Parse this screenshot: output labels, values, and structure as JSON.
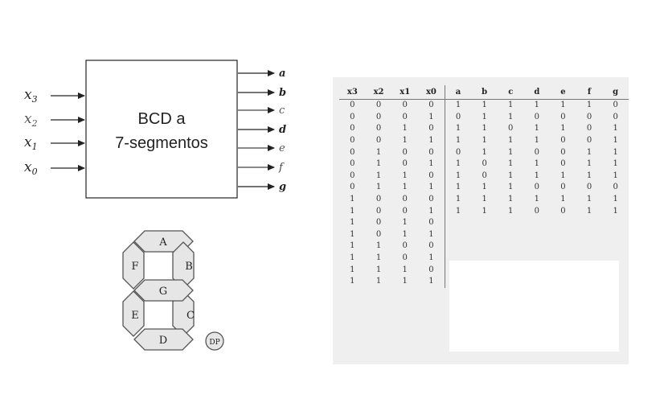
{
  "block": {
    "title_line1": "BCD a",
    "title_line2": "7-segmentos"
  },
  "inputs": [
    {
      "var": "x",
      "sub": "3"
    },
    {
      "var": "x",
      "sub": "2"
    },
    {
      "var": "x",
      "sub": "1"
    },
    {
      "var": "x",
      "sub": "0"
    }
  ],
  "outputs": [
    "a",
    "b",
    "c",
    "d",
    "e",
    "f",
    "g"
  ],
  "segments": {
    "a": "A",
    "b": "B",
    "c": "C",
    "d": "D",
    "e": "E",
    "f": "F",
    "g": "G",
    "dp": "DP"
  },
  "truth_table": {
    "headers": [
      "x3",
      "x2",
      "x1",
      "x0",
      "a",
      "b",
      "c",
      "d",
      "e",
      "f",
      "g"
    ],
    "rows": [
      [
        "0",
        "0",
        "0",
        "0",
        "1",
        "1",
        "1",
        "1",
        "1",
        "1",
        "0"
      ],
      [
        "0",
        "0",
        "0",
        "1",
        "0",
        "1",
        "1",
        "0",
        "0",
        "0",
        "0"
      ],
      [
        "0",
        "0",
        "1",
        "0",
        "1",
        "1",
        "0",
        "1",
        "1",
        "0",
        "1"
      ],
      [
        "0",
        "0",
        "1",
        "1",
        "1",
        "1",
        "1",
        "1",
        "0",
        "0",
        "1"
      ],
      [
        "0",
        "1",
        "0",
        "0",
        "0",
        "1",
        "1",
        "0",
        "0",
        "1",
        "1"
      ],
      [
        "0",
        "1",
        "0",
        "1",
        "1",
        "0",
        "1",
        "1",
        "0",
        "1",
        "1"
      ],
      [
        "0",
        "1",
        "1",
        "0",
        "1",
        "0",
        "1",
        "1",
        "1",
        "1",
        "1"
      ],
      [
        "0",
        "1",
        "1",
        "1",
        "1",
        "1",
        "1",
        "0",
        "0",
        "0",
        "0"
      ],
      [
        "1",
        "0",
        "0",
        "0",
        "1",
        "1",
        "1",
        "1",
        "1",
        "1",
        "1"
      ],
      [
        "1",
        "0",
        "0",
        "1",
        "1",
        "1",
        "1",
        "0",
        "0",
        "1",
        "1"
      ],
      [
        "1",
        "0",
        "1",
        "0",
        "",
        "",
        "",
        "",
        "",
        "",
        ""
      ],
      [
        "1",
        "0",
        "1",
        "1",
        "",
        "",
        "",
        "",
        "",
        "",
        ""
      ],
      [
        "1",
        "1",
        "0",
        "0",
        "",
        "",
        "",
        "",
        "",
        "",
        ""
      ],
      [
        "1",
        "1",
        "0",
        "1",
        "",
        "",
        "",
        "",
        "",
        "",
        ""
      ],
      [
        "1",
        "1",
        "1",
        "0",
        "",
        "",
        "",
        "",
        "",
        "",
        ""
      ],
      [
        "1",
        "1",
        "1",
        "1",
        "",
        "",
        "",
        "",
        "",
        "",
        ""
      ]
    ]
  },
  "colors": {
    "segment_fill": "#e6e6e6",
    "segment_stroke": "#555555",
    "panel_bg": "#efefef",
    "line": "#222222"
  }
}
